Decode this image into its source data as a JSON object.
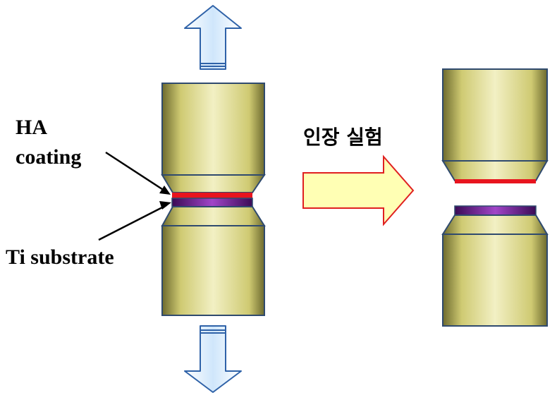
{
  "labels": {
    "ha_line1": "HA",
    "ha_line2": "coating",
    "ti_substrate": "Ti substrate",
    "process": "인장 실험"
  },
  "colors": {
    "specimen_light": "#f2f0c4",
    "specimen_mid": "#cfca72",
    "specimen_dark": "#6d6a2e",
    "outline": "#2f4a6e",
    "coating": "#e8141e",
    "substrate_dark": "#3a0b55",
    "substrate_light": "#a145c8",
    "pull_arrow_fill": "#cfe6fb",
    "pull_arrow_stroke": "#2f62a8",
    "process_arrow_fill": "#ffffb4",
    "process_arrow_stroke": "#e02020"
  },
  "icons": {
    "pull_up": "arrow-up-icon",
    "pull_down": "arrow-down-icon",
    "process": "arrow-right-icon"
  }
}
